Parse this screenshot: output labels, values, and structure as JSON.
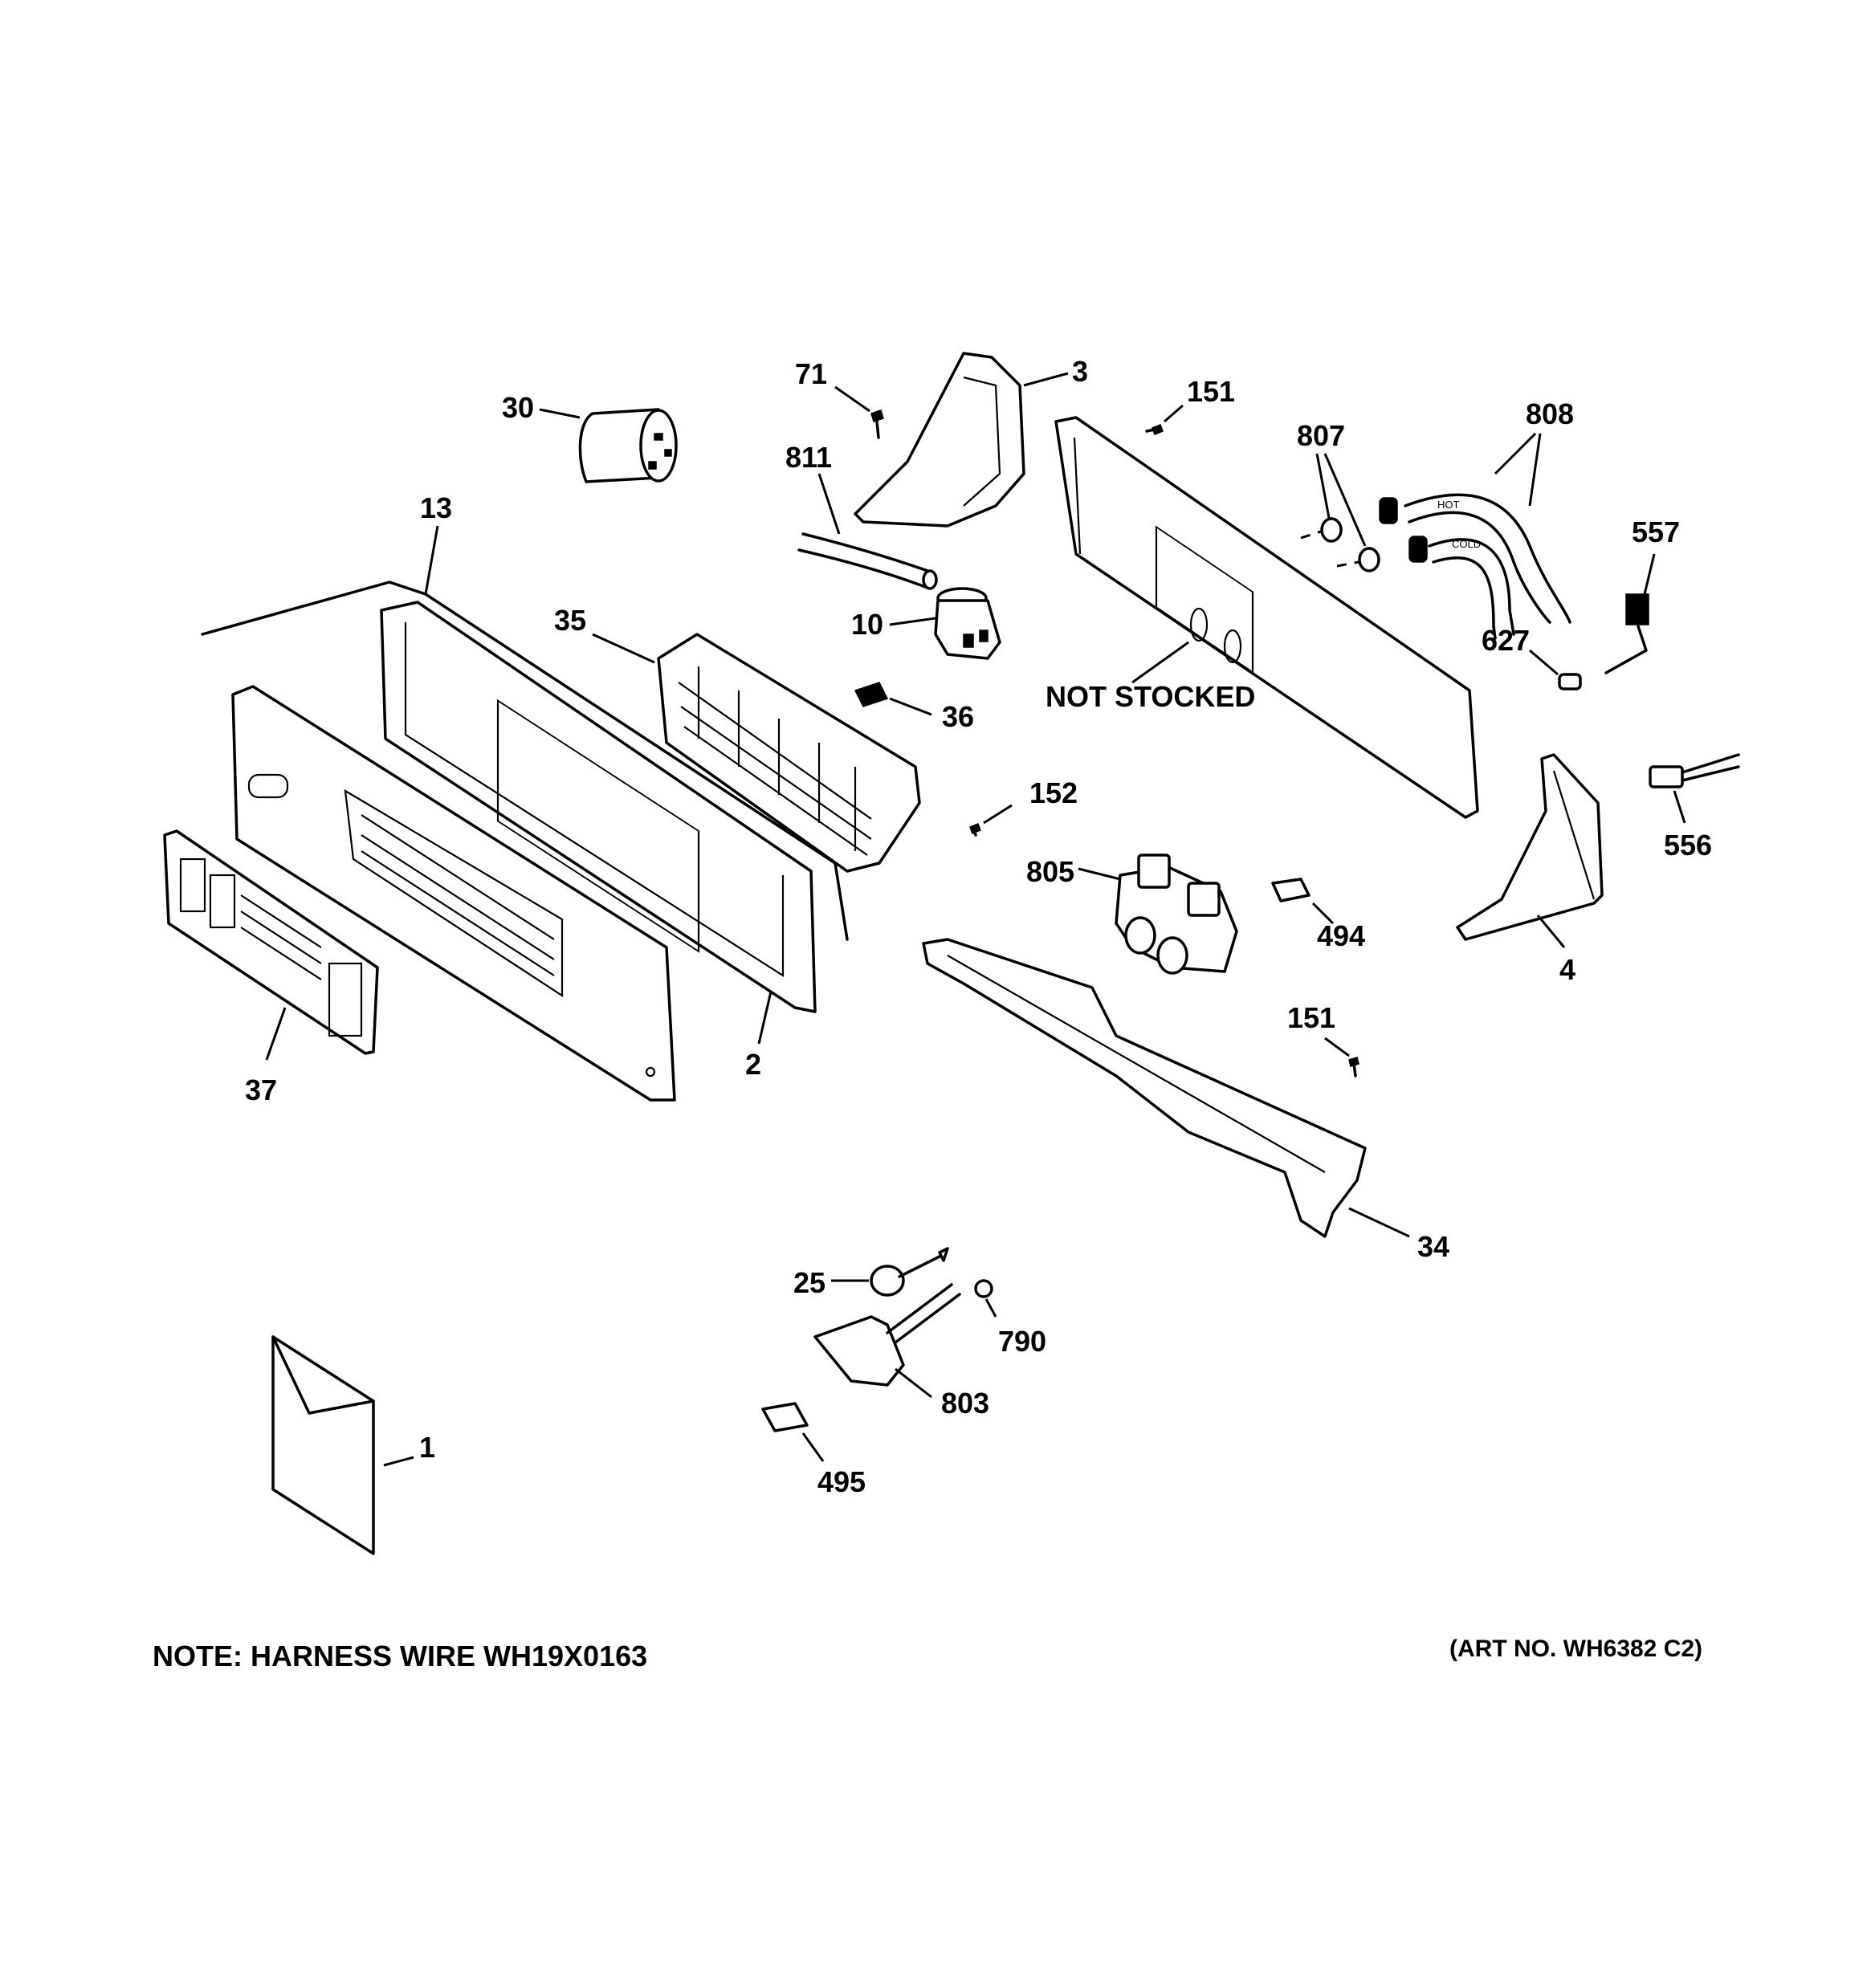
{
  "callouts": {
    "c30": "30",
    "c13": "13",
    "c71": "71",
    "c811": "811",
    "c3": "3",
    "c151a": "151",
    "c807": "807",
    "c808": "808",
    "c557": "557",
    "c10": "10",
    "c35": "35",
    "c36": "36",
    "c627": "627",
    "c_not_stocked": "NOT STOCKED",
    "c152": "152",
    "c556": "556",
    "c805": "805",
    "c494": "494",
    "c4": "4",
    "c2": "2",
    "c37": "37",
    "c151b": "151",
    "c34": "34",
    "c25": "25",
    "c790": "790",
    "c803": "803",
    "c1": "1",
    "c495": "495"
  },
  "hose_labels": {
    "hot": "HOT",
    "cold": "COLD"
  },
  "footer": {
    "note": "NOTE: HARNESS WIRE WH19X0163",
    "art_no": "(ART NO. WH6382 C2)"
  }
}
